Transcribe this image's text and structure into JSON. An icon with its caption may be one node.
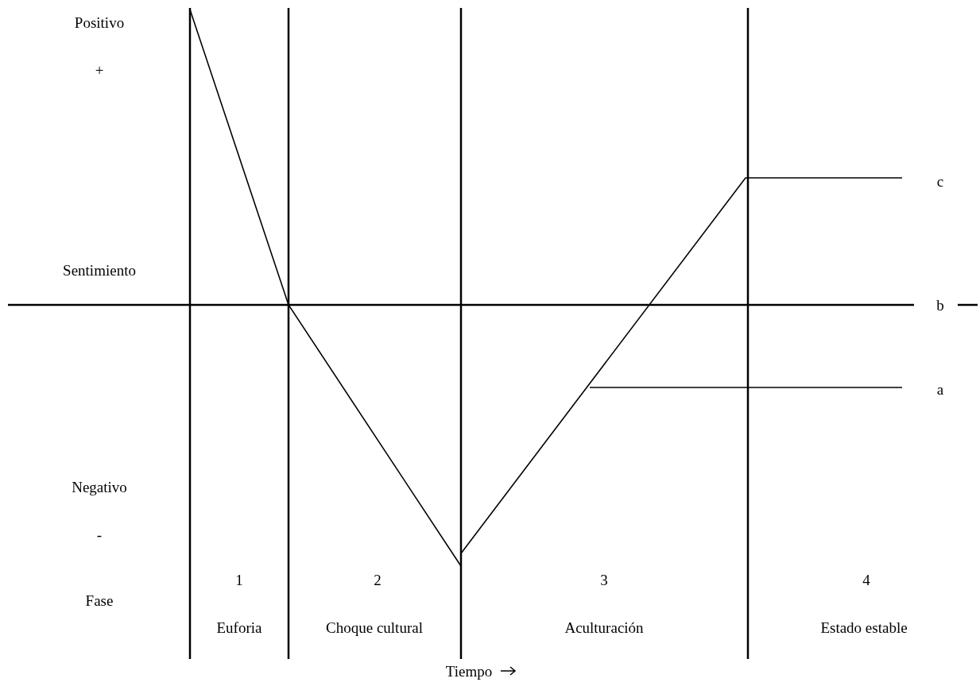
{
  "diagram": {
    "labels": [
      "Positivo",
      "+",
      "c",
      "Sentimiento",
      "b",
      "a",
      "Negativo",
      "-",
      "1",
      "2",
      "3",
      "4",
      "Fase",
      "Euforia",
      "Choque cultural",
      "Aculturación",
      "Estado estable",
      "Tiempo"
    ]
  }
}
